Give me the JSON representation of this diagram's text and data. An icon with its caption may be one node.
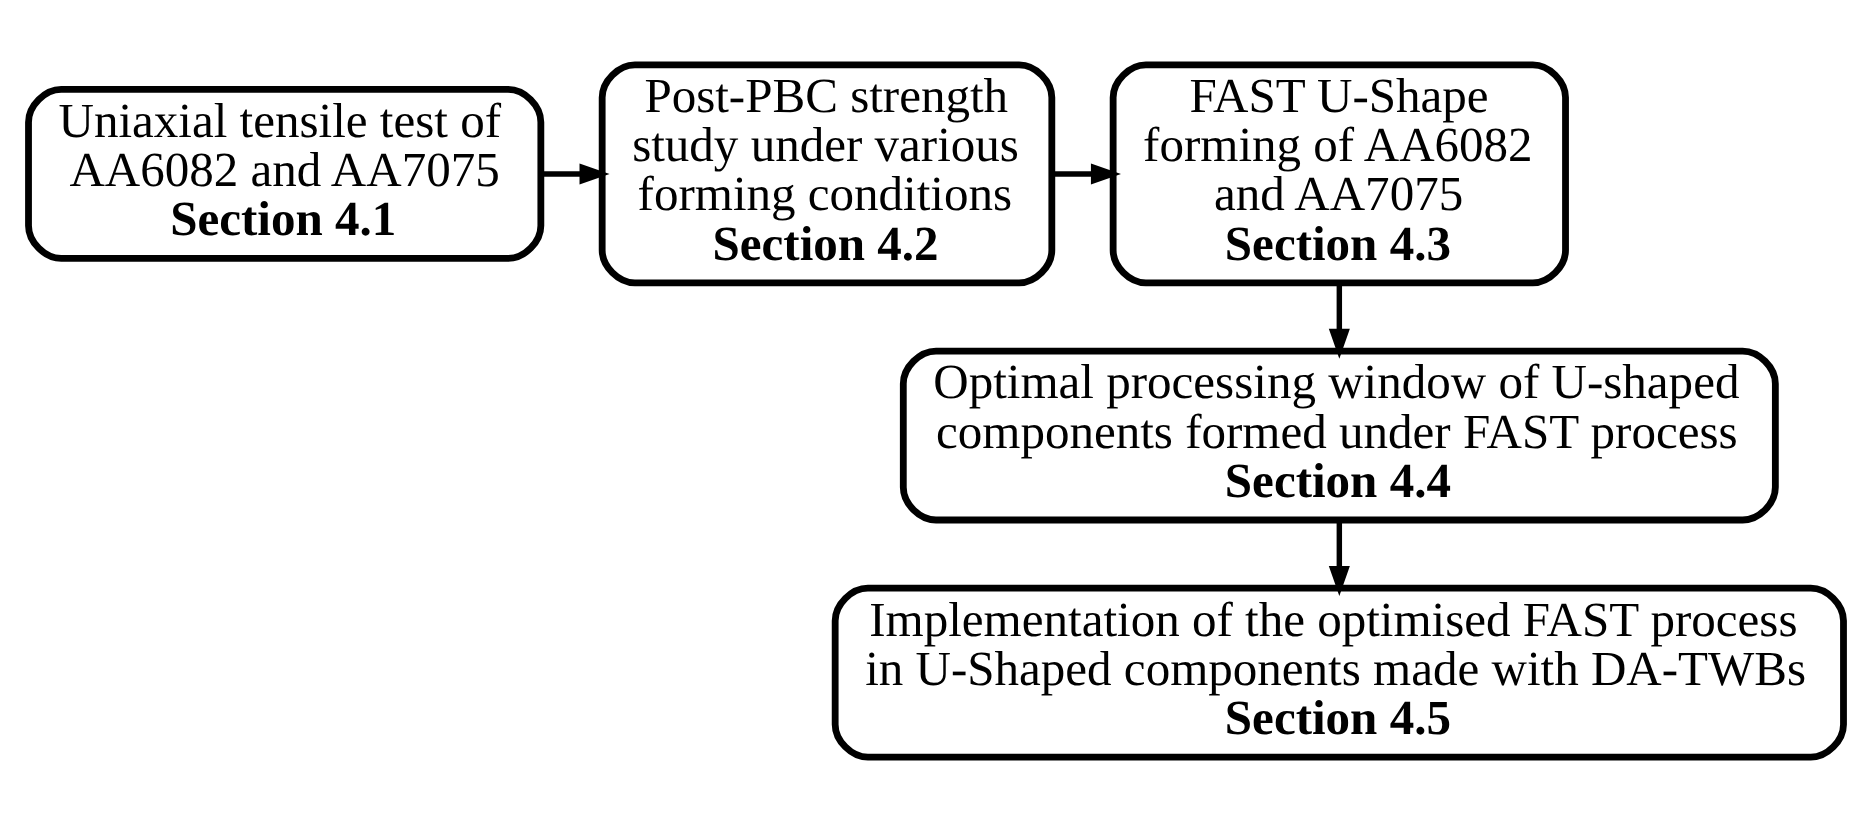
{
  "diagram": {
    "nodes": [
      {
        "text": [
          "Uniaxial tensile test of AA6082 and AA7075",
          "Section 4.1"
        ]
      },
      {
        "text": [
          "Post-PBC strength study under various forming conditions",
          "Section 4.2"
        ]
      },
      {
        "text": [
          "FAST U-Shape forming of AA6082 and AA7075",
          "Section 4.3"
        ]
      },
      {
        "text": [
          "Optimal processing window of U-shaped components formed under FAST process",
          "Section 4.4"
        ]
      },
      {
        "text": [
          "Implementation of the optimised FAST process in U-Shaped components made with DA-TWBs",
          "Section 4.5"
        ]
      }
    ],
    "edges": [
      {
        "from": 0,
        "to": 1,
        "arrow": "to"
      },
      {
        "from": 1,
        "to": 2,
        "arrow": "to"
      },
      {
        "from": 2,
        "to": 3,
        "arrow": "to"
      },
      {
        "from": 3,
        "to": 4,
        "arrow": "to"
      }
    ]
  }
}
